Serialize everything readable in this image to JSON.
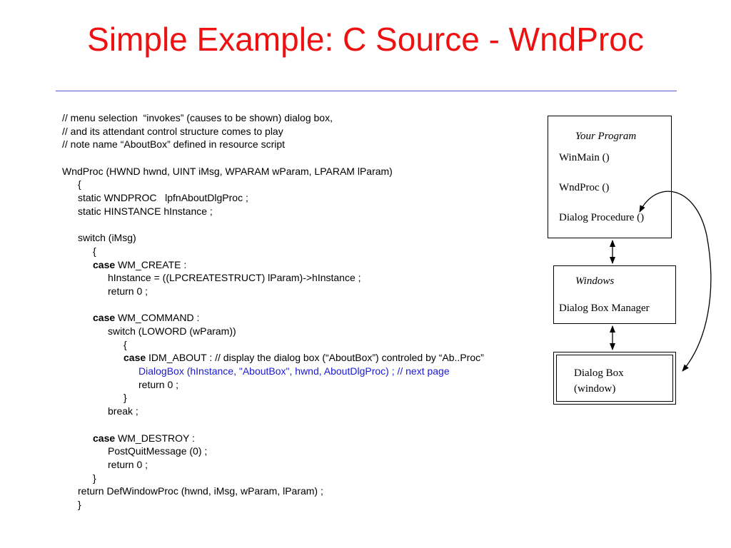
{
  "slide": {
    "title": "Simple Example: C Source - WndProc",
    "code_lines": [
      {
        "indent": 0,
        "parts": [
          {
            "text": "// menu selection  “invokes” (causes to be shown) dialog box,"
          }
        ]
      },
      {
        "indent": 0,
        "parts": [
          {
            "text": "// and its attendant control structure comes to play"
          }
        ]
      },
      {
        "indent": 0,
        "parts": [
          {
            "text": "// note name “AboutBox” defined in resource script"
          }
        ]
      },
      {
        "indent": 0,
        "parts": [
          {
            "text": ""
          }
        ]
      },
      {
        "indent": 0,
        "parts": [
          {
            "text": "WndProc (HWND hwnd, UINT iMsg, WPARAM wParam, LPARAM lParam)"
          }
        ]
      },
      {
        "indent": 1,
        "parts": [
          {
            "text": "{"
          }
        ]
      },
      {
        "indent": 1,
        "parts": [
          {
            "text": "static WNDPROC   lpfnAboutDlgProc ;"
          }
        ]
      },
      {
        "indent": 1,
        "parts": [
          {
            "text": "static HINSTANCE hInstance ;"
          }
        ]
      },
      {
        "indent": 0,
        "parts": [
          {
            "text": ""
          }
        ]
      },
      {
        "indent": 1,
        "parts": [
          {
            "text": "switch (iMsg)"
          }
        ]
      },
      {
        "indent": 2,
        "parts": [
          {
            "text": "{"
          }
        ]
      },
      {
        "indent": 2,
        "parts": [
          {
            "text": "case",
            "style": "kw"
          },
          {
            "text": " WM_CREATE :"
          }
        ]
      },
      {
        "indent": 3,
        "parts": [
          {
            "text": "hInstance = ((LPCREATESTRUCT) lParam)->hInstance ;"
          }
        ]
      },
      {
        "indent": 3,
        "parts": [
          {
            "text": "return 0 ;"
          }
        ]
      },
      {
        "indent": 0,
        "parts": [
          {
            "text": ""
          }
        ]
      },
      {
        "indent": 2,
        "parts": [
          {
            "text": "case",
            "style": "kw"
          },
          {
            "text": " WM_COMMAND :"
          }
        ]
      },
      {
        "indent": 3,
        "parts": [
          {
            "text": "switch (LOWORD (wParam))"
          }
        ]
      },
      {
        "indent": 4,
        "parts": [
          {
            "text": "{"
          }
        ]
      },
      {
        "indent": 4,
        "parts": [
          {
            "text": "case",
            "style": "kw"
          },
          {
            "text": " IDM_ABOUT : // display the dialog box (“AboutBox”) controled by “Ab..Proc”"
          }
        ]
      },
      {
        "indent": 5,
        "parts": [
          {
            "text": "DialogBox (hInstance, \"AboutBox\", hwnd, AboutDlgProc) ; // next page",
            "style": "blue"
          }
        ]
      },
      {
        "indent": 5,
        "parts": [
          {
            "text": "return 0 ;"
          }
        ]
      },
      {
        "indent": 4,
        "parts": [
          {
            "text": "}"
          }
        ]
      },
      {
        "indent": 3,
        "parts": [
          {
            "text": "break ;"
          }
        ]
      },
      {
        "indent": 0,
        "parts": [
          {
            "text": ""
          }
        ]
      },
      {
        "indent": 2,
        "parts": [
          {
            "text": "case",
            "style": "kw"
          },
          {
            "text": " WM_DESTROY :"
          }
        ]
      },
      {
        "indent": 3,
        "parts": [
          {
            "text": "PostQuitMessage (0) ;"
          }
        ]
      },
      {
        "indent": 3,
        "parts": [
          {
            "text": "return 0 ;"
          }
        ]
      },
      {
        "indent": 2,
        "parts": [
          {
            "text": "}"
          }
        ]
      },
      {
        "indent": 1,
        "parts": [
          {
            "text": "return DefWindowProc (hwnd, iMsg, wParam, lParam) ;"
          }
        ]
      },
      {
        "indent": 1,
        "parts": [
          {
            "text": "}"
          }
        ]
      }
    ]
  },
  "diagram": {
    "program_box": {
      "heading": "Your Program",
      "items": [
        "WinMain ()",
        "WndProc ()",
        "Dialog Procedure ()"
      ]
    },
    "windows_box": {
      "heading": "Windows",
      "label": "Dialog Box Manager"
    },
    "dialog_box": {
      "line1": "Dialog Box",
      "line2": "(window)"
    }
  },
  "colors": {
    "title": "#ee1111",
    "rule": "#5555cc",
    "code_highlight": "#1a1ad6"
  }
}
